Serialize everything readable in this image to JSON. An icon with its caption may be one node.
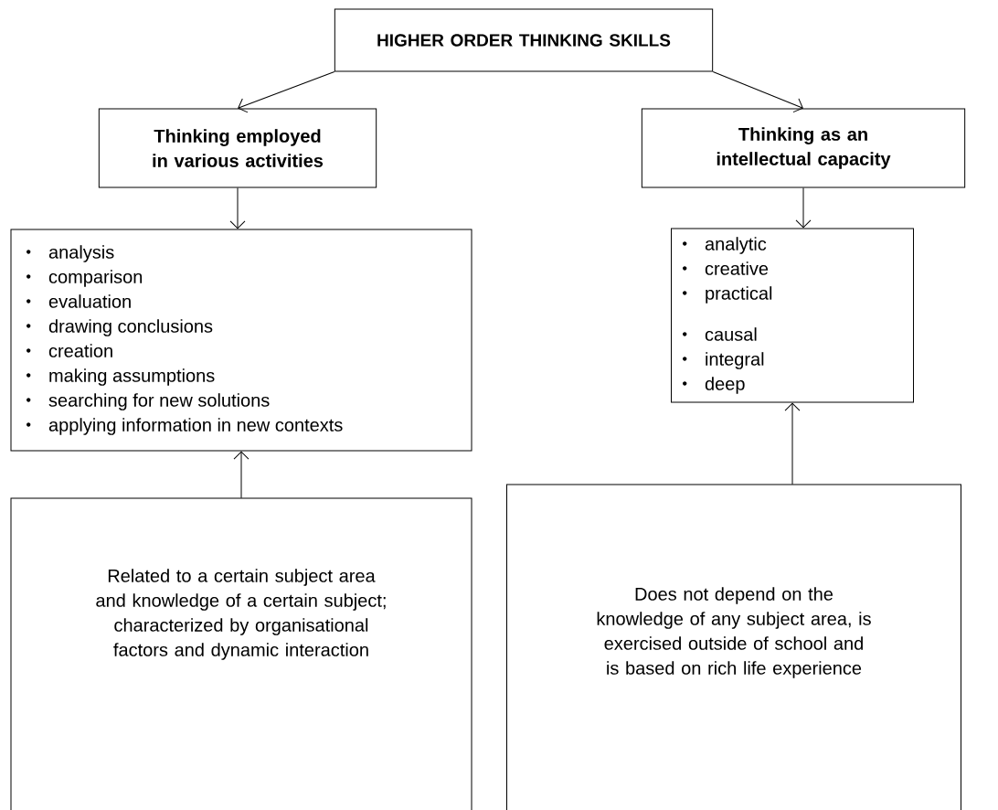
{
  "diagram": {
    "nodes": [
      {
        "text": [
          "HIGHER ORDER THINKING SKILLS"
        ]
      },
      {
        "text": [
          "Thinking employed in various activities"
        ]
      },
      {
        "text": [
          "Thinking as an intellectual capacity"
        ]
      },
      {
        "text": [
          "analysis",
          "comparison",
          "evaluation",
          "drawing conclusions",
          "creation",
          "making assumptions",
          "searching for new solutions",
          "applying information in new contexts"
        ]
      },
      {
        "text": [
          "analytic",
          "creative",
          "practical",
          "causal",
          "integral",
          "deep"
        ]
      },
      {
        "text": [
          "Related to a certain subject area and knowledge of a certain subject; characterized by organisational factors and dynamic interaction"
        ]
      },
      {
        "text": [
          "Does not depend on the knowledge of any subject area, is exercised outside of school and is based on rich life experience"
        ]
      }
    ],
    "edges": [
      {
        "from": 0,
        "to": 1,
        "arrow": "to"
      },
      {
        "from": 0,
        "to": 2,
        "arrow": "to"
      },
      {
        "from": 1,
        "to": 3,
        "arrow": "to"
      },
      {
        "from": 2,
        "to": 4,
        "arrow": "to"
      },
      {
        "from": 5,
        "to": 3,
        "arrow": "to"
      },
      {
        "from": 6,
        "to": 4,
        "arrow": "to"
      }
    ]
  }
}
